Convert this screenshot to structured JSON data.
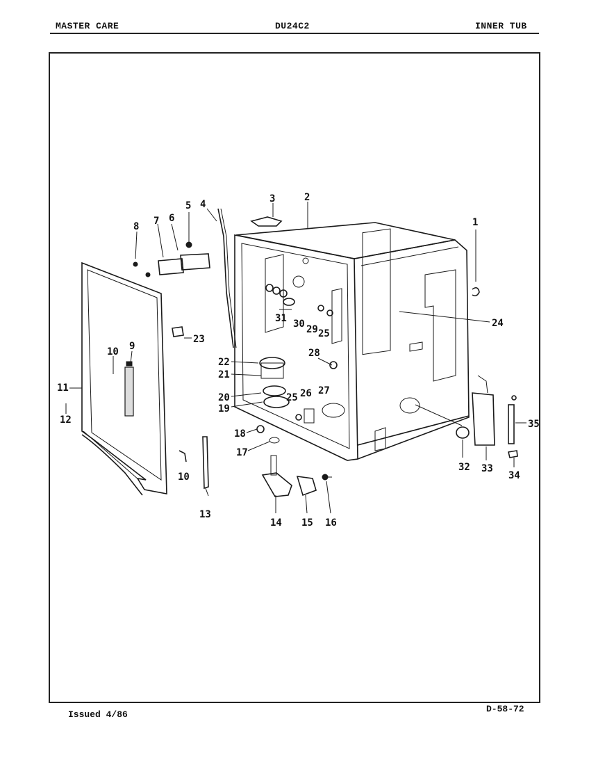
{
  "header": {
    "left": "MASTER CARE",
    "center": "DU24C2",
    "right": "INNER TUB"
  },
  "footer": {
    "left": "Issued 4/86",
    "right": "D-58-72"
  },
  "callouts": {
    "c1": "1",
    "c2": "2",
    "c3": "3",
    "c4": "4",
    "c5": "5",
    "c6": "6",
    "c7": "7",
    "c8": "8",
    "c9": "9",
    "c10a": "10",
    "c10b": "10",
    "c11": "11",
    "c12": "12",
    "c13": "13",
    "c14": "14",
    "c15": "15",
    "c16": "16",
    "c17": "17",
    "c18": "18",
    "c19": "19",
    "c20": "20",
    "c21": "21",
    "c22": "22",
    "c23": "23",
    "c24": "24",
    "c25a": "25",
    "c25b": "25",
    "c26": "26",
    "c27": "27",
    "c28": "28",
    "c29": "29",
    "c30": "30",
    "c31": "31",
    "c32": "32",
    "c33": "33",
    "c34": "34",
    "c35": "35"
  }
}
